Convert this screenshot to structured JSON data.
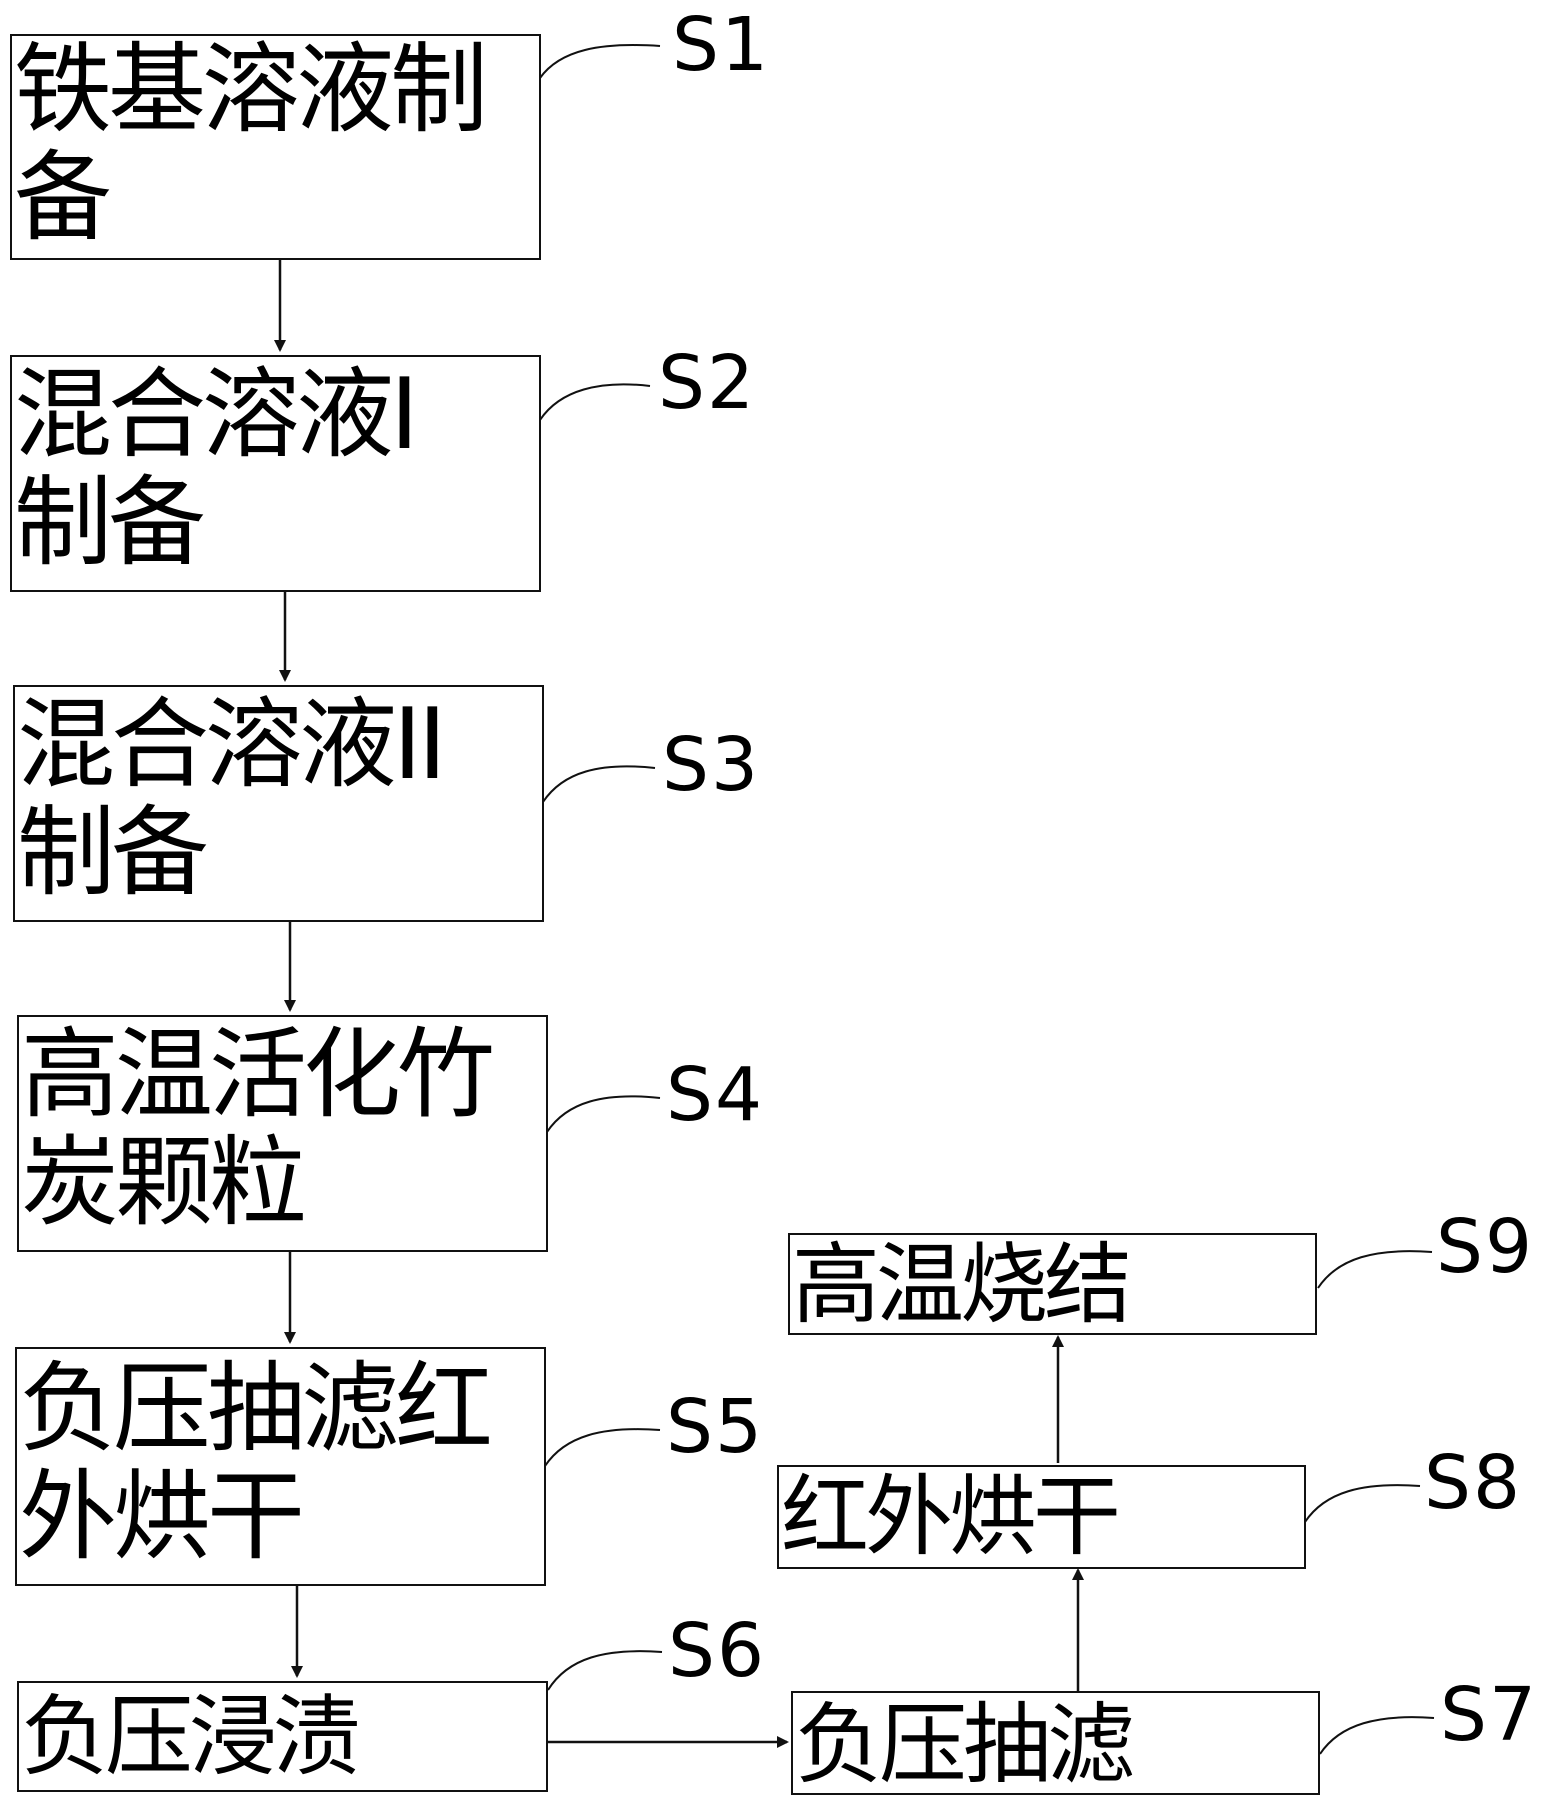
{
  "steps": {
    "s1": {
      "label": "S1",
      "text": "铁基溶液制\n备"
    },
    "s2": {
      "label": "S2",
      "text": "混合溶液I\n制备"
    },
    "s3": {
      "label": "S3",
      "text": "混合溶液II\n制备"
    },
    "s4": {
      "label": "S4",
      "text": "高温活化竹\n炭颗粒"
    },
    "s5": {
      "label": "S5",
      "text": "负压抽滤红\n外烘干"
    },
    "s6": {
      "label": "S6",
      "text": "负压浸渍"
    },
    "s7": {
      "label": "S7",
      "text": "负压抽滤"
    },
    "s8": {
      "label": "S8",
      "text": "红外烘干"
    },
    "s9": {
      "label": "S9",
      "text": "高温烧结"
    }
  }
}
